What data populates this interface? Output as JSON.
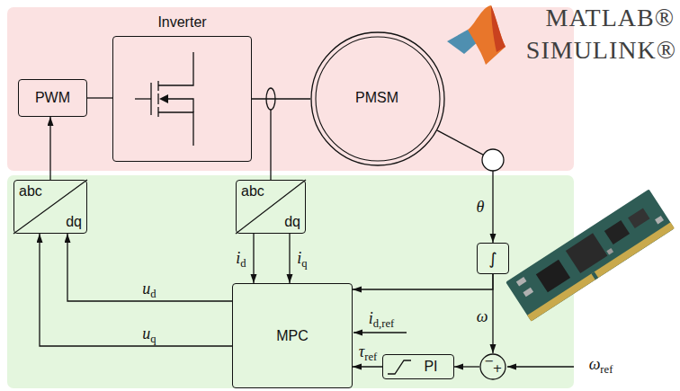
{
  "diagram": {
    "nodes": [
      {
        "text": [
          "PWM"
        ]
      },
      {
        "text": [
          "Inverter"
        ]
      },
      {
        "text": [
          "PMSM"
        ]
      },
      {
        "text": [
          "abc",
          "dq"
        ]
      },
      {
        "text": [
          "abc",
          "dq"
        ]
      },
      {
        "text": [
          "MPC"
        ]
      },
      {
        "text": [
          "∫"
        ]
      },
      {
        "text": [
          "PI"
        ]
      },
      {
        "text": [
          "−",
          "+"
        ]
      }
    ],
    "edges": [
      {
        "from": 3,
        "to": 0,
        "arrow": "to"
      },
      {
        "from": 0,
        "to": 1,
        "arrow": "none"
      },
      {
        "from": 1,
        "to": 2,
        "arrow": "none"
      },
      {
        "from": 4,
        "to": 5,
        "arrow": "to",
        "label": "id"
      },
      {
        "from": 4,
        "to": 5,
        "arrow": "to",
        "label": "iq"
      },
      {
        "from": 5,
        "to": 3,
        "arrow": "to",
        "label": "ud"
      },
      {
        "from": 5,
        "to": 3,
        "arrow": "to",
        "label": "uq"
      },
      {
        "from": 2,
        "to": 6,
        "arrow": "to",
        "label": "θ"
      },
      {
        "from": 6,
        "to": 5,
        "arrow": "to"
      },
      {
        "from": 6,
        "to": 8,
        "arrow": "to",
        "label": "ω"
      },
      {
        "from": 8,
        "to": 7,
        "arrow": "to"
      },
      {
        "from": 7,
        "to": 5,
        "arrow": "to",
        "label": "τref"
      }
    ],
    "labels": [
      "MATLAB®",
      "SIMULINK®",
      "id,ref",
      "ωref"
    ]
  }
}
